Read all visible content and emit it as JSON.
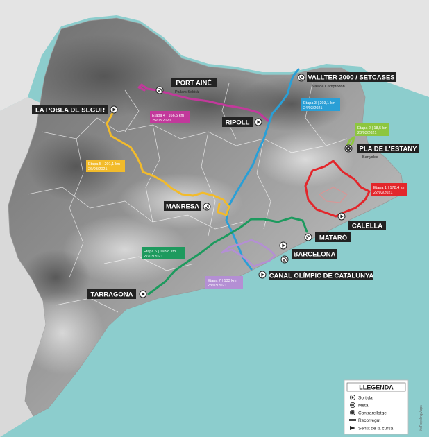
{
  "places": {
    "port_aine": {
      "name": "PORT AINÉ",
      "sub": "Pallars Sobirà"
    },
    "vallter": {
      "name": "VALLTER 2000 / SETCASES",
      "sub": "Vall de Camprodon"
    },
    "pobla": {
      "name": "LA POBLA DE SEGUR"
    },
    "ripoll": {
      "name": "RIPOLL"
    },
    "estany": {
      "name": "PLA DE L'ESTANY",
      "sub": "Banyoles"
    },
    "manresa": {
      "name": "MANRESA"
    },
    "calella": {
      "name": "CALELLA"
    },
    "mataro": {
      "name": "MATARÓ"
    },
    "barcelona": {
      "name": "BARCELONA"
    },
    "canal": {
      "name": "CANAL OLÍMPIC DE CATALUNYA"
    },
    "tarragona": {
      "name": "TARRAGONA"
    }
  },
  "stages": [
    {
      "id": 1,
      "line1": "Etapa 1 | 178,4 km",
      "line2": "22/03/2021",
      "color": "#e3262b"
    },
    {
      "id": 2,
      "line1": "Etapa 2 | 18,5 km",
      "line2": "23/03/2021",
      "color": "#8dc63f"
    },
    {
      "id": 3,
      "line1": "Etapa 3 | 203,1 km",
      "line2": "24/03/2021",
      "color": "#2a9fd6"
    },
    {
      "id": 4,
      "line1": "Etapa 4 | 166,5 km",
      "line2": "25/03/2021",
      "color": "#c2399b"
    },
    {
      "id": 5,
      "line1": "Etapa 5 | 201,1 km",
      "line2": "26/03/2021",
      "color": "#f2bb2b"
    },
    {
      "id": 6,
      "line1": "Etapa 6 | 193,8 km",
      "line2": "27/03/2021",
      "color": "#1d9a5e"
    },
    {
      "id": 7,
      "line1": "Etapa 7 | 133 km",
      "line2": "28/03/2021",
      "color": "#b48fd4"
    }
  ],
  "legend": {
    "title": "LLEGENDA",
    "items": [
      "Sortida",
      "Meta",
      "Contrarellotge",
      "Recorregut",
      "Sentit de la cursa"
    ]
  },
  "credit": "thePcyclingMaps"
}
